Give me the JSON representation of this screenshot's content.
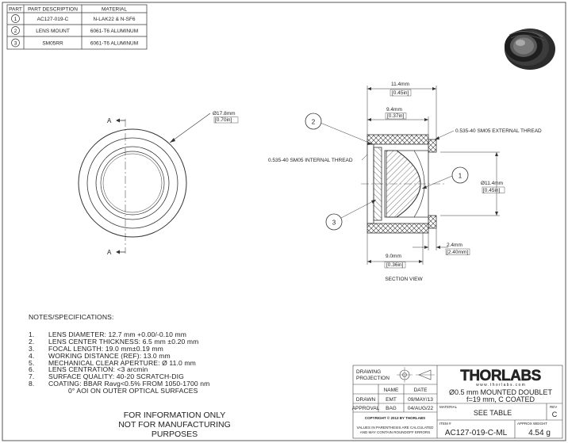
{
  "parts_table": {
    "headers": [
      "PART",
      "PART DESCRIPTION",
      "MATERIAL"
    ],
    "rows": [
      {
        "num": "1",
        "desc": "AC127-019-C",
        "material": "N-LAK22 & N-SF6"
      },
      {
        "num": "2",
        "desc": "LENS MOUNT",
        "material": "6061-T6 ALUMINUM"
      },
      {
        "num": "3",
        "desc": "SM05RR",
        "material": "6061-T6 ALUMINUM"
      }
    ]
  },
  "front_view": {
    "section_label_a": "A",
    "dia_mm": "Ø17.8mm",
    "dia_in": "[0.70in]"
  },
  "section_view": {
    "dim_overall_mm": "11.4mm",
    "dim_overall_in": "[0.45in]",
    "dim_upper_mm": "9.4mm",
    "dim_upper_in": "[0.37in]",
    "dim_lower_mm": "9.0mm",
    "dim_lower_in": "[0.36in]",
    "dim_step_mm": "2.4mm",
    "dim_step_in": "[2.40mm]",
    "dia_mm": "Ø11.4mm",
    "dia_in": "[0.45in]",
    "external_thread": "0.535-40 SM05 EXTERNAL THREAD",
    "internal_thread": "0.535-40 SM05 INTERNAL THREAD",
    "balloon_1": "1",
    "balloon_2": "2",
    "balloon_3": "3",
    "caption": "SECTION VIEW"
  },
  "notes": {
    "heading": "NOTES/SPECIFICATIONS:",
    "items": [
      {
        "num": "1.",
        "text": "LENS DIAMETER: 12.7 mm +0.00/-0.10 mm"
      },
      {
        "num": "2.",
        "text": "LENS CENTER THICKNESS: 6.5 mm ±0.20 mm"
      },
      {
        "num": "3.",
        "text": "FOCAL LENGTH: 19.0 mm±0.19 mm"
      },
      {
        "num": "4.",
        "text": "WORKING DISTANCE (REF): 13.0 mm"
      },
      {
        "num": "5.",
        "text": "MECHANICAL CLEAR APERTURE: Ø 11.0 mm"
      },
      {
        "num": "6.",
        "text": "LENS CENTRATION: <3 arcmin"
      },
      {
        "num": "7.",
        "text": "SURFACE QUALITY: 40-20 SCRATCH-DIG"
      },
      {
        "num": "8.",
        "text": "COATING: BBAR Ravg<0.5% FROM 1050-1700 nm"
      },
      {
        "num": "",
        "text": "0° AOI ON OUTER OPTICAL SURFACES"
      }
    ]
  },
  "disclaimer": {
    "line1": "FOR INFORMATION ONLY",
    "line2": "NOT FOR MANUFACTURING PURPOSES"
  },
  "title_block": {
    "drawing_projection": "DRAWING",
    "drawing_projection2": "PROJECTION",
    "col_name": "NAME",
    "col_date": "DATE",
    "drawn_label": "DRAWN",
    "drawn_name": "EMT",
    "drawn_date": "09/MAY/13",
    "approval_label": "APPROVAL",
    "approval_name": "BAG",
    "approval_date": "04/AUG/22",
    "copyright": "COPYRIGHT © 2013 BY THORLABS",
    "disclaimer1": "VALUES IN PARENTHESIS ARE CALCULATED",
    "disclaimer2": "AND MAY CONTAIN ROUNDOFF ERRORS",
    "brand": "THORLABS",
    "website": "w w w . t h o r l a b s . c o m",
    "title_line1": "Ø0.5 mm MOUNTED DOUBLET",
    "title_line2": "f=19 mm, C COATED",
    "material_label": "MATERIAL",
    "material_value": "SEE TABLE",
    "rev_label": "REV",
    "rev_value": "C",
    "item_label": "ITEM #",
    "item_value": "AC127-019-C-ML",
    "weight_label": "APPROX WEIGHT",
    "weight_value": "4.54 g"
  }
}
